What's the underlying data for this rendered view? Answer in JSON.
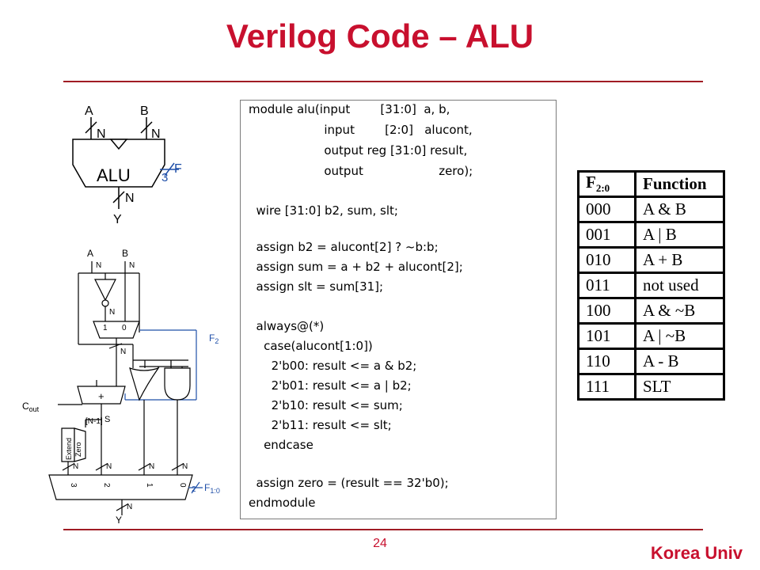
{
  "slide": {
    "title": "Verilog Code – ALU",
    "page_number": "24",
    "brand": "Korea Univ"
  },
  "alu_symbol": {
    "input_a": "A",
    "input_b": "B",
    "width_a": "N",
    "width_b": "N",
    "block_label": "ALU",
    "control_width": "3",
    "control_label": "F",
    "width_out": "N",
    "output_label": "Y"
  },
  "schematic": {
    "input_a": "A",
    "input_b": "B",
    "width_a": "N",
    "width_b": "N",
    "width_inv_out": "N",
    "mux_in_1": "1",
    "mux_in_0": "0",
    "width_mux_out": "N",
    "f2_label": "F",
    "f2_sub": "2",
    "adder_plus": "+",
    "cout_label": "C",
    "cout_sub": "out",
    "msb_label": "[N-1]",
    "sum_label": "S",
    "zero_extend_line1": "Zero",
    "zero_extend_line2": "Extend",
    "width_ze": "N",
    "width_sum": "N",
    "width_or": "N",
    "width_and": "N",
    "mux4_in_3": "3",
    "mux4_in_2": "2",
    "mux4_in_1": "1",
    "mux4_in_0": "0",
    "f10_width": "2",
    "f10_label": "F",
    "f10_sub": "1:0",
    "width_y": "N",
    "output_label": "Y"
  },
  "code": {
    "lines": [
      "module alu(input        [31:0]  a, b,",
      "                    input        [2:0]   alucont,",
      "                    output reg [31:0] result,",
      "                    output                    zero);",
      "  wire [31:0] b2, sum, slt;",
      "  assign b2 = alucont[2] ? ~b:b;",
      "  assign sum = a + b2 + alucont[2];",
      "  assign slt = sum[31];",
      "  always@(*)",
      "    case(alucont[1:0])",
      "      2'b00: result <= a & b2;",
      "      2'b01: result <= a | b2;",
      "      2'b10: result <= sum;",
      "      2'b11: result <= slt;",
      "    endcase",
      "  assign zero = (result == 32'b0);",
      "endmodule"
    ]
  },
  "function_table": {
    "header_f": "F",
    "header_f_sub": "2:0",
    "header_function": "Function",
    "rows": [
      {
        "code": "000",
        "function": "A & B"
      },
      {
        "code": "001",
        "function": "A | B"
      },
      {
        "code": "010",
        "function": "A + B"
      },
      {
        "code": "011",
        "function": "not used"
      },
      {
        "code": "100",
        "function": "A & ~B"
      },
      {
        "code": "101",
        "function": "A | ~B"
      },
      {
        "code": "110",
        "function": "A - B"
      },
      {
        "code": "111",
        "function": "SLT"
      }
    ]
  },
  "colors": {
    "accent": "#c8102e",
    "rule": "#a01c24",
    "control_blue": "#1f4fa8"
  }
}
